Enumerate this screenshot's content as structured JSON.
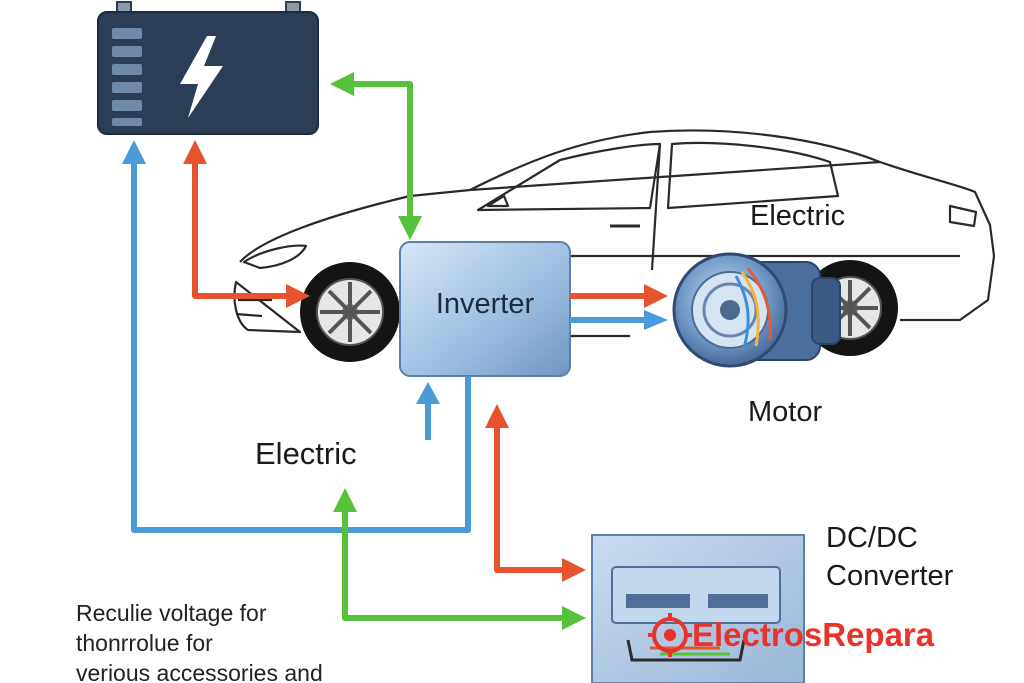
{
  "labels": {
    "inverter": "Inverter",
    "electric_motor_line1": "Electric",
    "electric_motor_line2": "Motor",
    "electric_left": "Electric",
    "dcdc_line1": "DC/DC",
    "dcdc_line2": "Converter",
    "note_line1": "Reculie voltage for",
    "note_line2": "thonrrolue for",
    "note_line3": "verious accessories and"
  },
  "watermark": {
    "text": "ElectrosRepara"
  },
  "icons": {
    "battery": "battery-bolt-icon",
    "watermark": "gear-logo-icon"
  },
  "colors": {
    "battery": "#2c3e55",
    "arrow_green": "#55c23a",
    "arrow_red": "#e6532e",
    "arrow_blue": "#4a9ad8",
    "inverter_box": "#8fb3d9",
    "converter_box": "#b7cde6",
    "watermark": "#e8332a"
  }
}
